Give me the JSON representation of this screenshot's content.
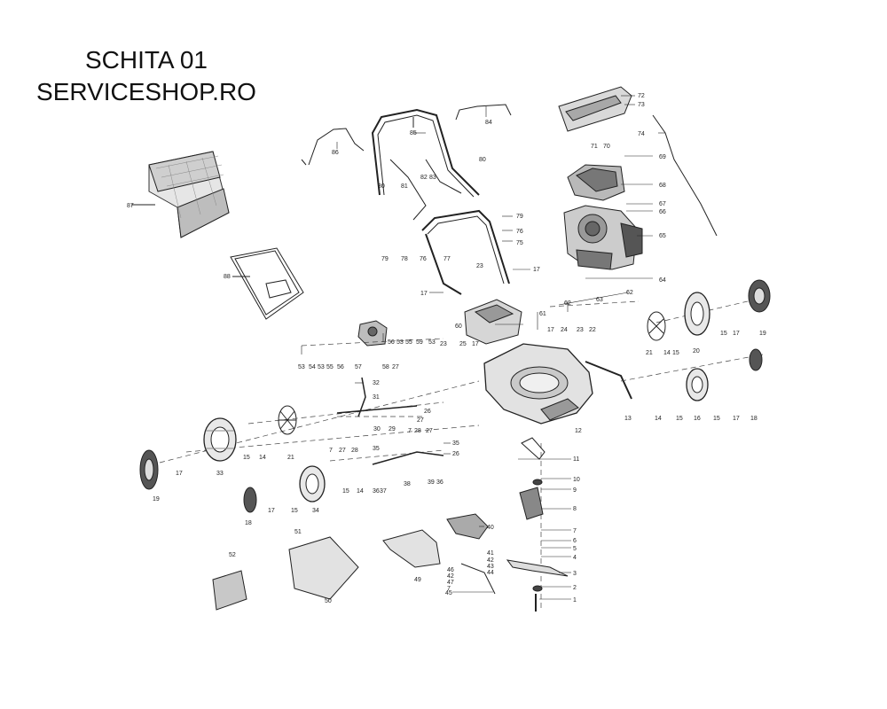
{
  "header": {
    "line1": "SCHITA 01",
    "line2": "SERVICESHOP.RO"
  },
  "labels": {
    "p87": "87",
    "p86": "86",
    "p85": "85",
    "p84": "84",
    "p80a": "80",
    "p81": "81",
    "p82": "82",
    "p83": "83",
    "p80b": "80",
    "p72": "72",
    "p73": "73",
    "p74": "74",
    "p71": "71",
    "p70": "70",
    "p69": "69",
    "p68": "68",
    "p67": "67",
    "p66": "66",
    "p65": "65",
    "p64": "64",
    "p79a": "79",
    "p76a": "76",
    "p75": "75",
    "p79b": "79",
    "p78": "78",
    "p76b": "76",
    "p77": "77",
    "p23a": "23",
    "p17a": "17",
    "p17b": "17",
    "p88": "88",
    "p60": "60",
    "p61": "61",
    "p62a": "62",
    "p63": "63",
    "p62b": "62",
    "p17c": "17",
    "p24": "24",
    "p23b": "23",
    "p22": "22",
    "p21a": "21",
    "p14a": "14",
    "p15a": "15",
    "p20": "20",
    "p15b": "15",
    "p17d": "17",
    "p19a": "19",
    "p53a": "53",
    "p54": "54",
    "p53b": "53",
    "p55a": "55",
    "p56a": "56",
    "p57": "57",
    "p56b": "56",
    "p53c": "53",
    "p55b": "55",
    "p59": "59",
    "p53d": "53",
    "p58": "58",
    "p27a": "27",
    "p23c": "23",
    "p25": "25",
    "p17e": "17",
    "p32": "32",
    "p31": "31",
    "p30": "30",
    "p29": "29",
    "p7a": "7",
    "p28a": "28",
    "p27b": "27",
    "p26a": "26",
    "p27c": "27",
    "p28b": "28",
    "p7b": "7",
    "p27d": "27",
    "p13": "13",
    "p14b": "14",
    "p15c": "15",
    "p16": "16",
    "p15d": "15",
    "p17f": "17",
    "p18a": "18",
    "p12": "12",
    "p21b": "21",
    "p15e": "15",
    "p14c": "14",
    "p33": "33",
    "p17g": "17",
    "p19b": "19",
    "p35a": "35",
    "p35b": "35",
    "p26b": "26",
    "p38": "38",
    "p36a": "36",
    "p37": "37",
    "p39": "39",
    "p36b": "36",
    "p15f": "15",
    "p14d": "14",
    "p34": "34",
    "p15g": "15",
    "p17h": "17",
    "p18b": "18",
    "p11": "11",
    "p10": "10",
    "p9": "9",
    "p8": "8",
    "p7c": "7",
    "p6": "6",
    "p5": "5",
    "p4": "4",
    "p3": "3",
    "p2": "2",
    "p1": "1",
    "p40": "40",
    "p41": "41",
    "p42a": "42",
    "p43": "43",
    "p44": "44",
    "p46": "46",
    "p42b": "42",
    "p47": "47",
    "p7d": "7",
    "p45": "45",
    "p49": "49",
    "p51": "51",
    "p50": "50",
    "p52": "52"
  }
}
